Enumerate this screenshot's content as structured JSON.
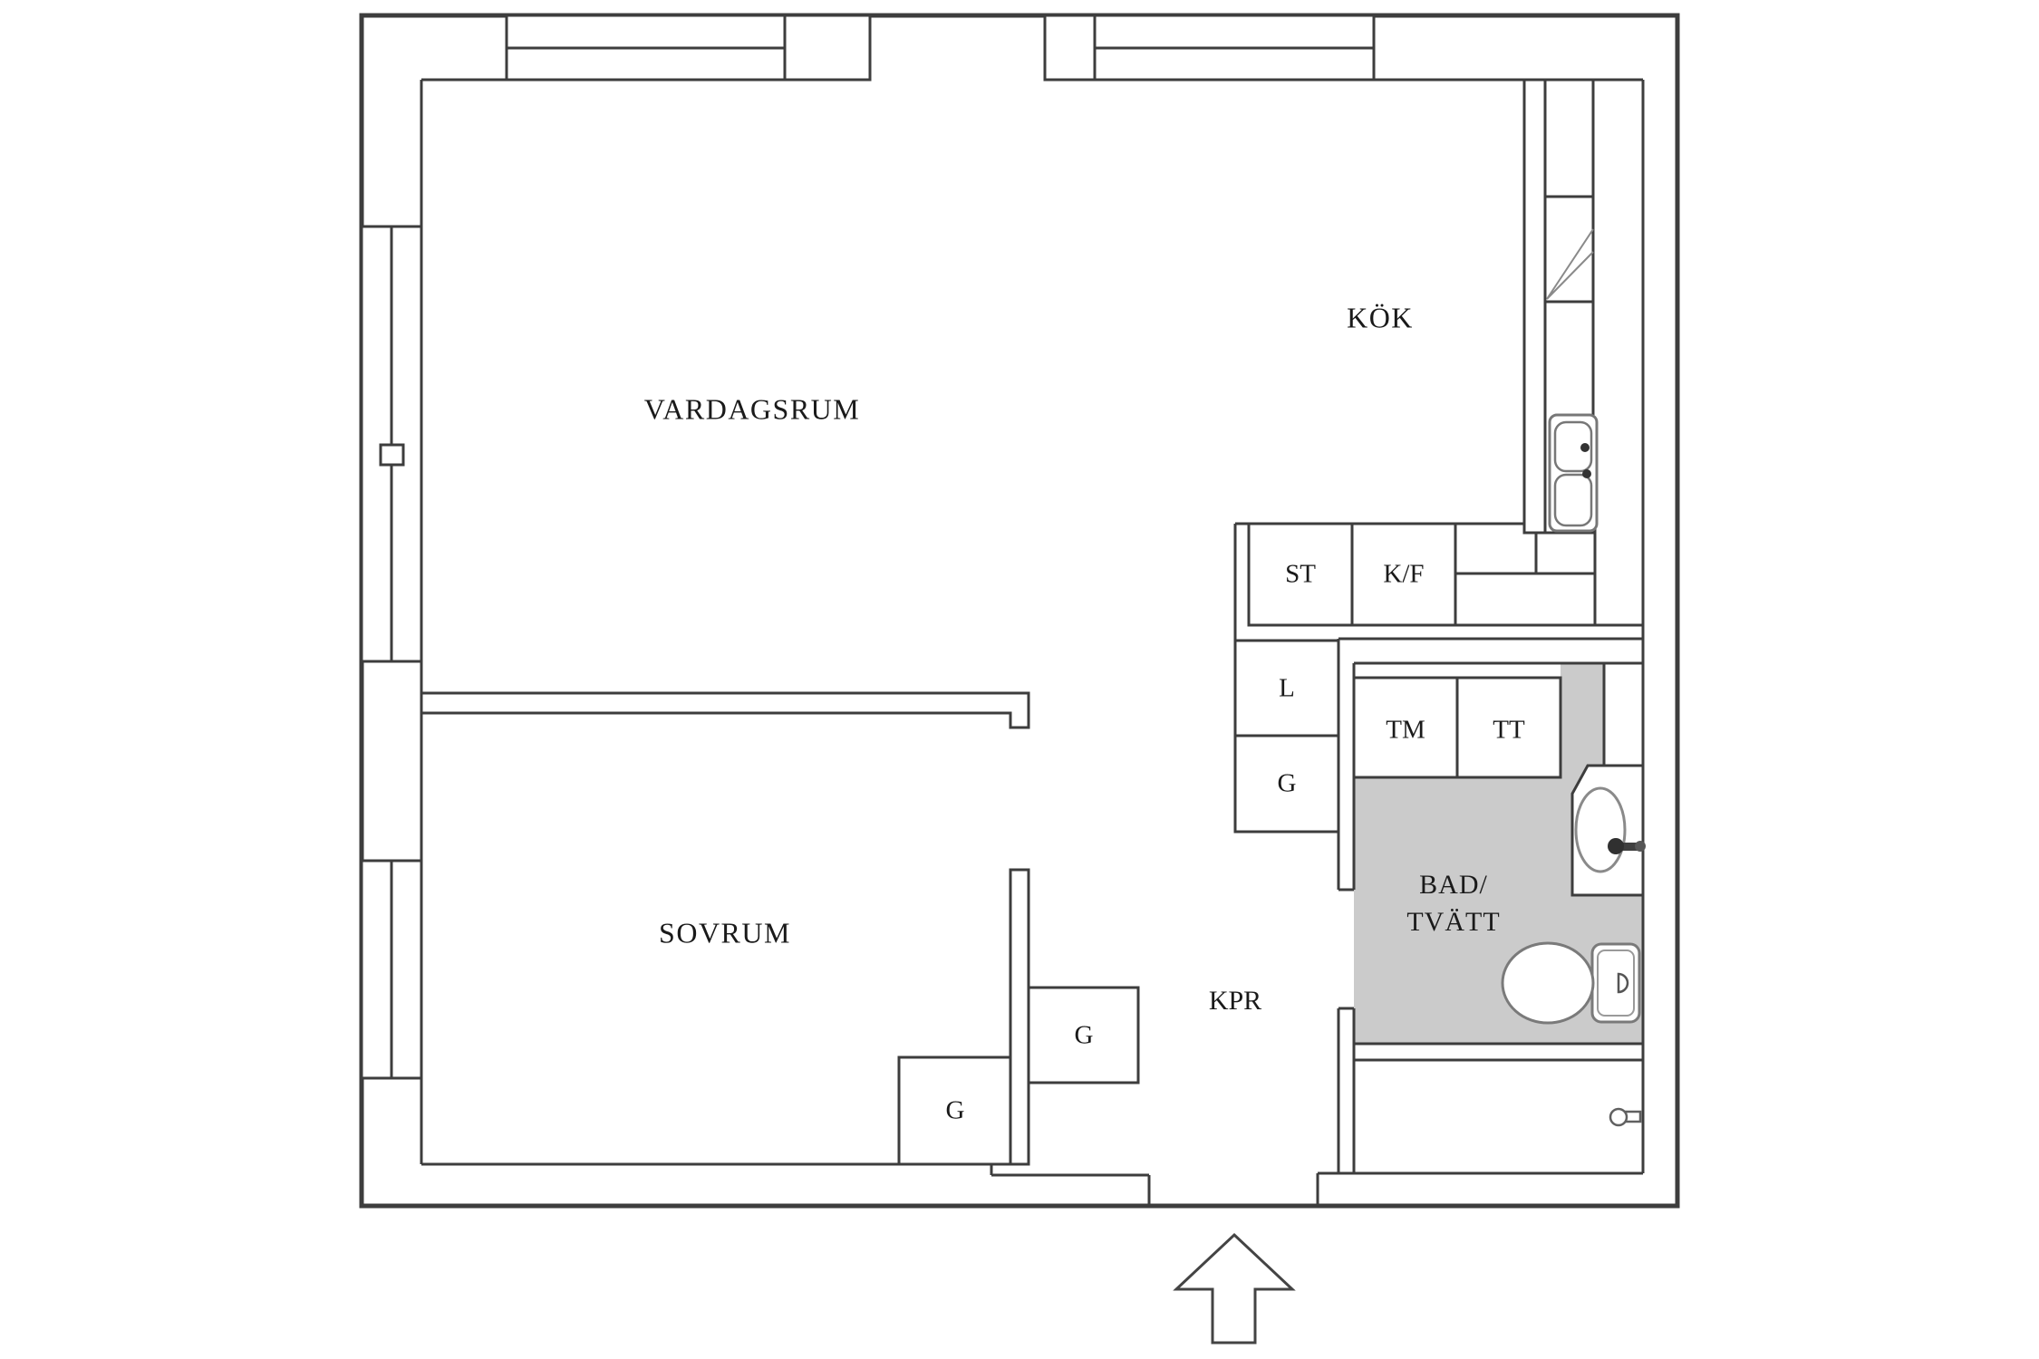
{
  "plan_type": "apartment-floor-plan",
  "language": "Swedish",
  "colors": {
    "background": "#ffffff",
    "wall_line": "#3d3d3d",
    "fixture_line": "#7a7a7a",
    "bathroom_floor": "#cbcbcb",
    "text": "#1a1a1a"
  },
  "rooms": {
    "living_room": {
      "label": "VARDAGSRUM"
    },
    "kitchen": {
      "label": "KÖK"
    },
    "bedroom": {
      "label": "SOVRUM"
    },
    "bathroom": {
      "label_line1": "BAD/",
      "label_line2": "TVÄTT"
    },
    "corridor": {
      "label": "KPR"
    }
  },
  "fixtures": {
    "pantry_cabinet": {
      "label": "ST"
    },
    "fridge_freezer": {
      "label": "K/F"
    },
    "linen_closet": {
      "label": "L"
    },
    "wardrobe_column": {
      "label": "G"
    },
    "washing_machine": {
      "label": "TM"
    },
    "tumble_dryer": {
      "label": "TT"
    },
    "wardrobe_hall": {
      "label": "G"
    },
    "wardrobe_bedroom": {
      "label": "G"
    }
  },
  "icons": [
    "entrance-arrow-icon",
    "kitchen-sink-icon",
    "cabinet-door-swing-icon",
    "bathroom-sink-icon",
    "toilet-icon",
    "valve-icon",
    "window-handle-icon"
  ]
}
